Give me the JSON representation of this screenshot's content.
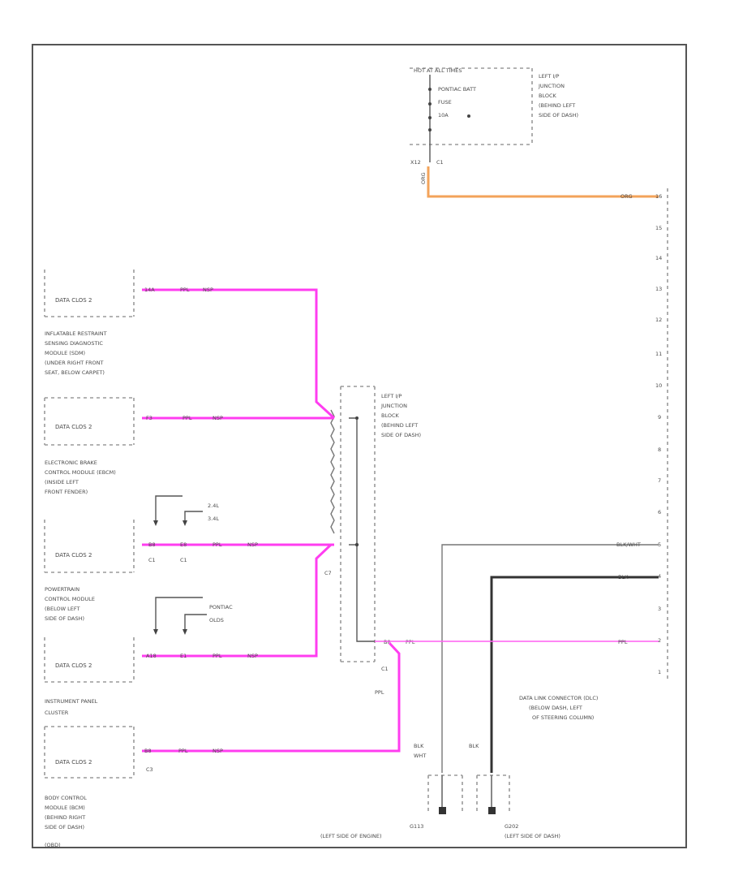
{
  "top_fuse": {
    "hot_label": "HOT AT ALL TIMES",
    "fuse_line1": "PONTIAC BATT",
    "fuse_line2": "FUSE",
    "fuse_line3": "10A",
    "location": [
      "LEFT I/P",
      "JUNCTION",
      "BLOCK",
      "(BEHIND LEFT",
      "SIDE OF DASH)"
    ],
    "pin": "X12",
    "conn": "C1",
    "wire": "ORG"
  },
  "modules": [
    {
      "box_label": "DATA CLOS 2",
      "pin": "14A",
      "wire": [
        "PPL",
        "NSP"
      ],
      "name": []
    },
    {
      "box_label": "DATA CLOS 2",
      "pin": "F3",
      "wire": [
        "PPL",
        "NSP"
      ],
      "name": [
        "INFLATABLE RESTRAINT",
        "SENSING DIAGNOSTIC",
        "MODULE (SDM)",
        "(UNDER RIGHT FRONT",
        "SEAT, BELOW CARPET)"
      ]
    },
    {
      "box_label": "DATA CLOS 2",
      "pin": "B8",
      "pin2": "E8",
      "conn1": "C1",
      "conn2": "C1",
      "wire": [
        "PPL",
        "NSP"
      ],
      "name": [
        "ELECTRONIC BRAKE",
        "CONTROL MODULE (EBCM)",
        "(INSIDE LEFT",
        "FRONT FENDER)"
      ],
      "variants": [
        "2.4L",
        "3.4L"
      ]
    },
    {
      "box_label": "DATA CLOS 2",
      "pin": "A18",
      "pin2": "E1",
      "wire": [
        "PPL",
        "NSP"
      ],
      "name": [
        "POWERTRAIN",
        "CONTROL MODULE",
        "(BELOW LEFT",
        "SIDE OF DASH)"
      ],
      "variants": [
        "PONTIAC",
        "OLDS"
      ]
    },
    {
      "box_label": "DATA CLOS 2",
      "pin": "B8",
      "conn1": "C3",
      "wire": [
        "PPL",
        "NSP"
      ],
      "name": [
        "INSTRUMENT PANEL",
        "CLUSTER"
      ]
    }
  ],
  "bcm": [
    "BODY CONTROL",
    "MODULE (BCM)",
    "(BEHIND RIGHT",
    "SIDE OF DASH)"
  ],
  "bottom_left_code": "(OBD)",
  "junction_block": {
    "location": [
      "LEFT I/P",
      "JUNCTION",
      "BLOCK",
      "(BEHIND LEFT",
      "SIDE OF DASH)"
    ],
    "conn": "C7",
    "conn_bottom": "C1",
    "pin_bottom": "B8",
    "wire_out": "PPL",
    "wire_down": "PPL"
  },
  "dlc": {
    "pins": [
      "16",
      "15",
      "14",
      "13",
      "12",
      "11",
      "10",
      "9",
      "8",
      "7",
      "6",
      "5",
      "4",
      "3",
      "2",
      "1"
    ],
    "wire_5": "BLK/WHT",
    "wire_4": "BLK",
    "wire_2": "PPL",
    "name": [
      "DATA LINK CONNECTOR (DLC)",
      "(BELOW DASH, LEFT",
      "OF STEERING COLUMN)"
    ]
  },
  "grounds": [
    {
      "wire": [
        "BLK",
        "WHT"
      ],
      "id": "G113",
      "loc": "(LEFT SIDE OF ENGINE)"
    },
    {
      "wire": [
        "BLK"
      ],
      "id": "G202",
      "loc": "(LEFT SIDE OF DASH)"
    }
  ]
}
